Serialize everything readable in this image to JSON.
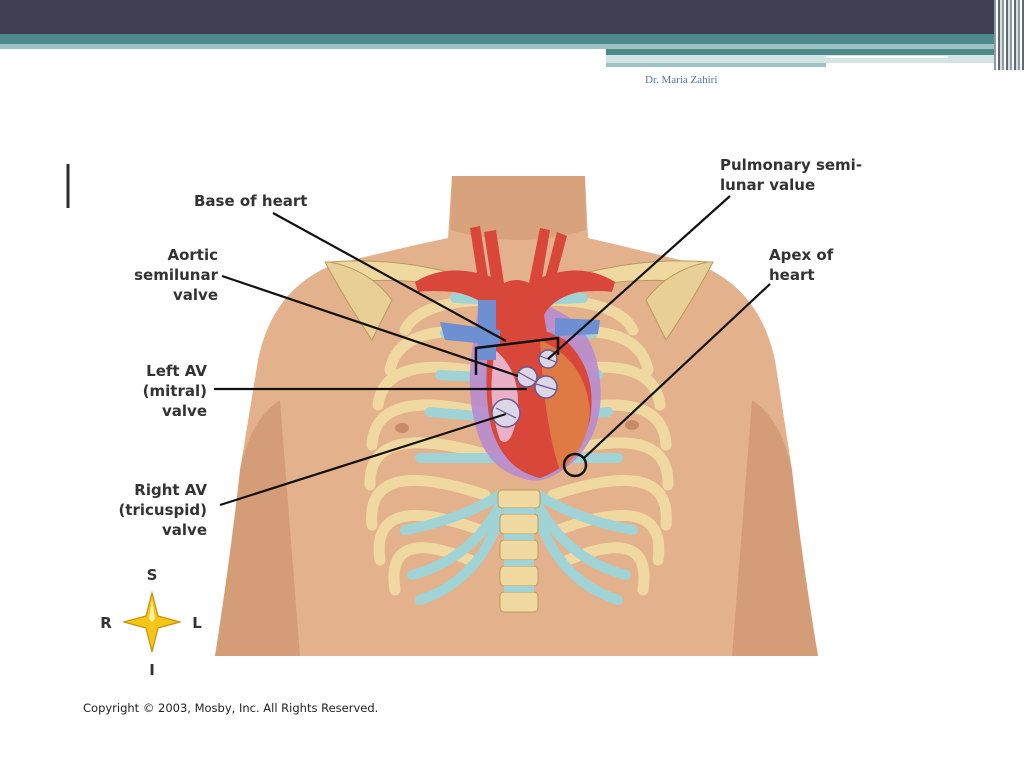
{
  "slide": {
    "author": "Dr. Maria Zahiri",
    "copyright": "Copyright © 2003, Mosby, Inc. All Rights Reserved."
  },
  "labels": {
    "base": "Base of heart",
    "aortic": [
      "Aortic",
      "semilunar",
      "valve"
    ],
    "pulmonary": [
      "Pulmonary semi-",
      "lunar value"
    ],
    "apex": [
      "Apex of",
      "heart"
    ],
    "mitral": [
      "Left AV",
      "(mitral)",
      "valve"
    ],
    "tricuspid": [
      "Right AV",
      "(tricuspid)",
      "valve"
    ]
  },
  "compass": {
    "s": "S",
    "r": "R",
    "l": "L",
    "i": "I"
  },
  "colors": {
    "header": "#3f4052",
    "accent": "#4f8a8b",
    "skin": "#e4b38f",
    "heart": "#d9463a",
    "rib_cartilage": "#9fd3d6",
    "bone": "#efd9a0"
  }
}
